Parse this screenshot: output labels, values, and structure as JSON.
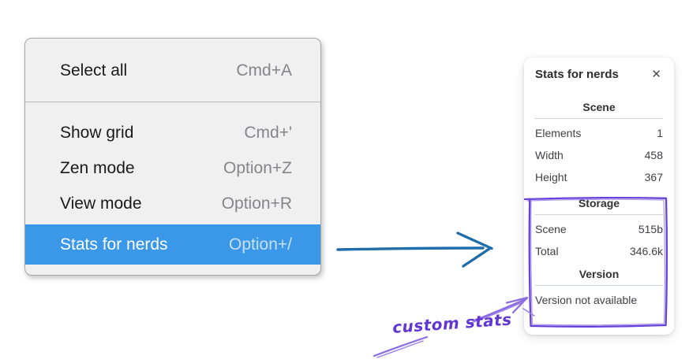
{
  "context_menu": {
    "items": [
      {
        "label": "Select all",
        "shortcut": "Cmd+A"
      },
      {
        "label": "Show grid",
        "shortcut": "Cmd+'"
      },
      {
        "label": "Zen mode",
        "shortcut": "Option+Z"
      },
      {
        "label": "View mode",
        "shortcut": "Option+R"
      },
      {
        "label": "Stats for nerds",
        "shortcut": "Option+/",
        "highlighted": true
      }
    ],
    "highlight_color": "#3b98e8"
  },
  "stats_panel": {
    "title": "Stats for nerds",
    "close_glyph": "✕",
    "scene_section": {
      "header": "Scene",
      "rows": [
        {
          "label": "Elements",
          "value": "1"
        },
        {
          "label": "Width",
          "value": "458"
        },
        {
          "label": "Height",
          "value": "367"
        }
      ]
    },
    "storage_section": {
      "header": "Storage",
      "rows": [
        {
          "label": "Scene",
          "value": "515b"
        },
        {
          "label": "Total",
          "value": "346.6k"
        }
      ]
    },
    "version_section": {
      "header": "Version",
      "note": "Version not available"
    }
  },
  "annotations": {
    "label": "custom stats",
    "purple_box_color": "#6741d9",
    "arrow_purple_color": "#8b6ce2",
    "flow_arrow_color": "#1f6dab"
  }
}
